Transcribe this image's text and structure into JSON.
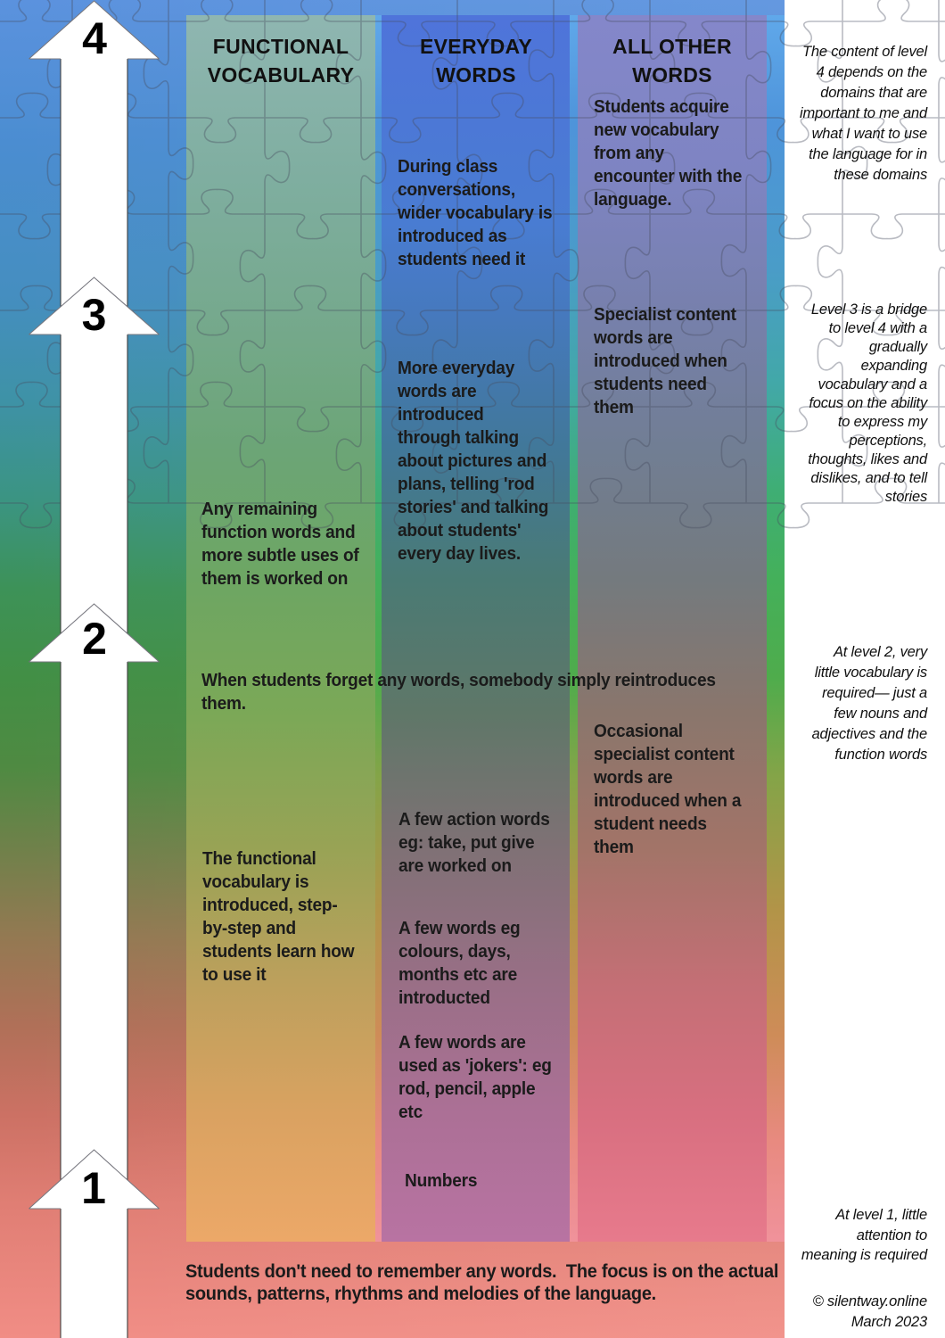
{
  "arrow": {
    "levels": [
      {
        "number": "4"
      },
      {
        "number": "3"
      },
      {
        "number": "2"
      },
      {
        "number": "1"
      }
    ]
  },
  "columns": [
    {
      "header": "FUNCTIONAL\nVOCABULARY",
      "blocks": [
        {
          "text": "Any remaining\nfunction words and\nmore subtle uses of\nthem is worked on"
        },
        {
          "text": "The functional\nvocabulary is\nintroduced, step-\nby-step and\nstudents learn how\nto use it"
        }
      ]
    },
    {
      "header": "EVERYDAY\nWORDS",
      "blocks": [
        {
          "text": "During class\nconversations,\nwider vocabulary is\nintroduced as\nstudents need it"
        },
        {
          "text": "More everyday\nwords are\nintroduced\nthrough talking\nabout pictures and\nplans, telling 'rod\nstories' and talking\nabout students'\nevery day lives."
        },
        {
          "text": "A few action words\neg: take, put give\nare worked on"
        },
        {
          "text": "A few words eg\ncolours, days,\nmonths etc are\nintroducted"
        },
        {
          "text": "A few words are\nused as 'jokers': eg\nrod, pencil, apple\netc"
        },
        {
          "text": "Numbers"
        }
      ]
    },
    {
      "header": "ALL OTHER\nWORDS",
      "blocks": [
        {
          "text": "Students acquire\nnew vocabulary\nfrom any\nencounter with the\nlanguage."
        },
        {
          "text": "Specialist content\nwords are\nintroduced when\nstudents need\nthem"
        },
        {
          "text": "Occasional\nspecialist content\nwords are\nintroduced when a\nstudent needs\nthem"
        }
      ]
    }
  ],
  "spanning_notes": {
    "level2": "When students forget any words, somebody simply reintroduces\nthem.",
    "bottom": "Students don't need to remember any words.  The focus is on the actual\nsounds, patterns, rhythms and melodies of the language."
  },
  "right_notes": [
    {
      "level": "4",
      "text": "The content of level\n4 depends on the\ndomains that are\nimportant to me and\nwhat I want to use\nthe language for in\nthese domains"
    },
    {
      "level": "3",
      "text": "Level 3 is a bridge\nto level 4 with a\ngradually\nexpanding\nvocabulary and a\nfocus on the ability\nto express my\nperceptions,\nthoughts, likes and\ndislikes, and to tell\nstories"
    },
    {
      "level": "2",
      "text": "At level 2, very\nlittle vocabulary is\nrequired— just a\nfew nouns and\nadjectives and the\nfunction words"
    },
    {
      "level": "1",
      "text": "At level 1, little\nattention to\nmeaning is required"
    }
  ],
  "footer": {
    "copyright": "© silentway.online\nMarch 2023"
  },
  "colors": {
    "background_top": "#578CD8",
    "background_middle": "#478E47",
    "background_bottom": "#F18E85",
    "column1_tint": "green",
    "column2_tint": "blue",
    "column3_tint": "purple",
    "arrow_fill": "#ffffff",
    "arrow_outline": "#77777f",
    "puzzle_line": "rgba(70,76,94,0.38)",
    "text": "#1b1b1b"
  }
}
